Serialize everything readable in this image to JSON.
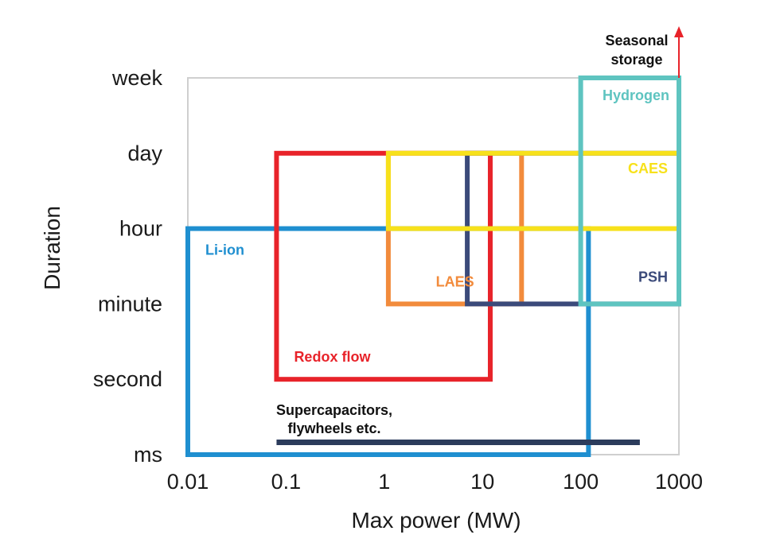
{
  "chart_data": {
    "type": "range-box",
    "xlabel": "Max power (MW)",
    "ylabel": "Duration",
    "x_scale": "log",
    "x_ticks": [
      {
        "value": 0.01,
        "label": "0.01"
      },
      {
        "value": 0.1,
        "label": "0.1"
      },
      {
        "value": 1,
        "label": "1"
      },
      {
        "value": 10,
        "label": "10"
      },
      {
        "value": 100,
        "label": "100"
      },
      {
        "value": 1000,
        "label": "1000"
      }
    ],
    "y_categories": [
      "ms",
      "second",
      "minute",
      "hour",
      "day",
      "week"
    ],
    "xlim": [
      0.01,
      1000
    ],
    "ylim": [
      "ms",
      "week"
    ],
    "grid": false,
    "series": [
      {
        "name": "Li-ion",
        "color": "#1f8fd0",
        "x": [
          0.01,
          120
        ],
        "y": [
          "ms",
          "hour"
        ]
      },
      {
        "name": "Redox flow",
        "color": "#e8232a",
        "x": [
          0.08,
          12
        ],
        "y": [
          "second",
          "day"
        ]
      },
      {
        "name": "LAES",
        "color": "#f28b3c",
        "x": [
          1.1,
          25
        ],
        "y": [
          "minute",
          "day"
        ]
      },
      {
        "name": "PSH",
        "color": "#3b4a7a",
        "x": [
          7,
          1000
        ],
        "y": [
          "minute",
          "day"
        ]
      },
      {
        "name": "CAES",
        "color": "#f7e11b",
        "x": [
          1.1,
          1000
        ],
        "y": [
          "hour",
          "day"
        ]
      },
      {
        "name": "Hydrogen",
        "color": "#5ec4c0",
        "x": [
          100,
          1000
        ],
        "y": [
          "minute",
          "week"
        ]
      }
    ],
    "bar": {
      "name": "Supercapacitors, flywheels etc.",
      "lines": [
        "Supercapacitors,",
        "flywheels etc."
      ],
      "color": "#2c3c5c",
      "x": [
        0.08,
        400
      ],
      "y": "ms"
    },
    "annotation": {
      "lines": [
        "Seasonal",
        "storage"
      ],
      "arrow_color": "#e8232a"
    }
  }
}
